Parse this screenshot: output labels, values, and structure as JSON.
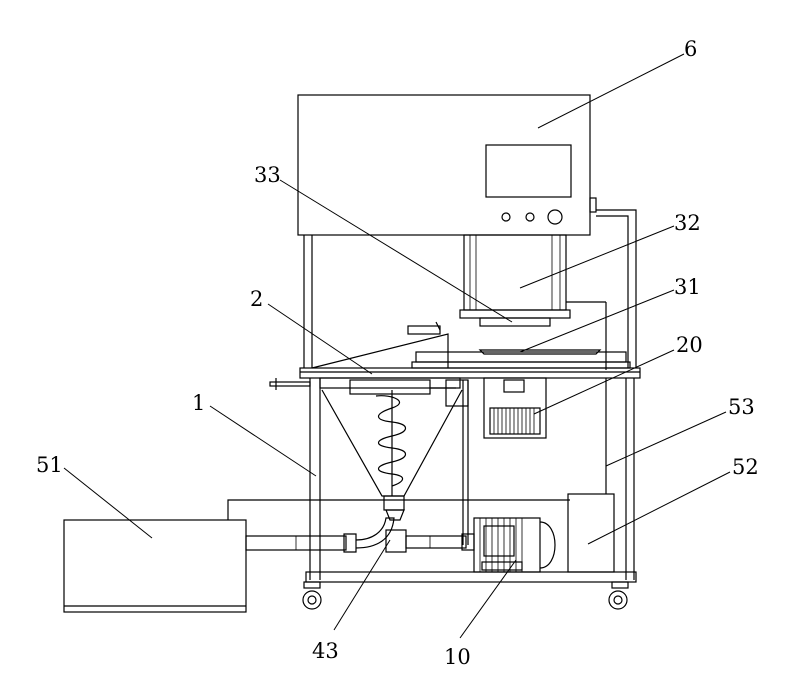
{
  "labels": [
    {
      "id": "6",
      "text": "6"
    },
    {
      "id": "33",
      "text": "33"
    },
    {
      "id": "32",
      "text": "32"
    },
    {
      "id": "2",
      "text": "2"
    },
    {
      "id": "31",
      "text": "31"
    },
    {
      "id": "20",
      "text": "20"
    },
    {
      "id": "1",
      "text": "1"
    },
    {
      "id": "53",
      "text": "53"
    },
    {
      "id": "51",
      "text": "51"
    },
    {
      "id": "52",
      "text": "52"
    },
    {
      "id": "43",
      "text": "43"
    },
    {
      "id": "10",
      "text": "10"
    }
  ],
  "colors": {
    "line": "#000000",
    "background": "#ffffff"
  }
}
